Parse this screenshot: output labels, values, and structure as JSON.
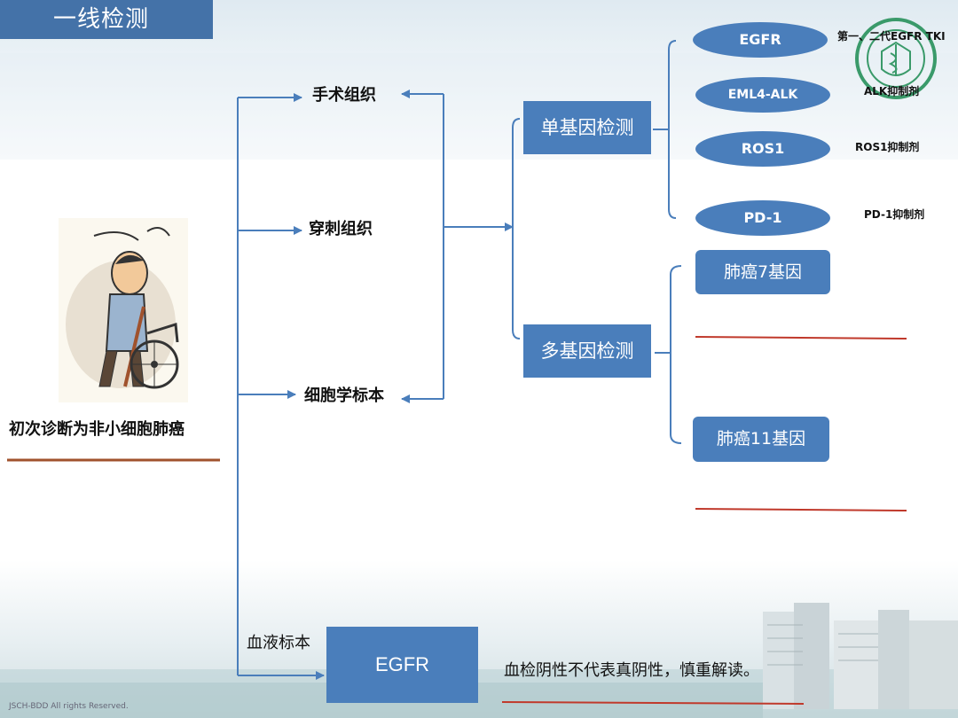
{
  "title": "一线检测",
  "patient_label": "初次诊断为非小细胞肺癌",
  "specimens": {
    "surgical": "手术组织",
    "puncture": "穿刺组织",
    "cytology": "细胞学标本",
    "blood": "血液标本"
  },
  "tests": {
    "single": "单基因检测",
    "multi": "多基因检测"
  },
  "single_genes": [
    {
      "name": "EGFR",
      "drug": "第一、二代EGFR TKI"
    },
    {
      "name": "EML4-ALK",
      "drug": "ALK抑制剂"
    },
    {
      "name": "ROS1",
      "drug": "ROS1抑制剂"
    },
    {
      "name": "PD-1",
      "drug": "PD-1抑制剂"
    }
  ],
  "multi_panels": [
    "肺癌7基因",
    "肺癌11基因"
  ],
  "blood_test": "EGFR",
  "blood_note": "血检阴性不代表真阴性，慎重解读。",
  "footer": "JSCH-BDD    All rights Reserved.",
  "colors": {
    "accent": "#4a7ebb",
    "title_bg": "#4472a8",
    "connector": "#4a7ebb",
    "brown_rule": "#a0522d",
    "red_rule": "#c0392b"
  },
  "icons": [
    "patient-wheelchair-illustration",
    "hospital-seal-logo"
  ]
}
